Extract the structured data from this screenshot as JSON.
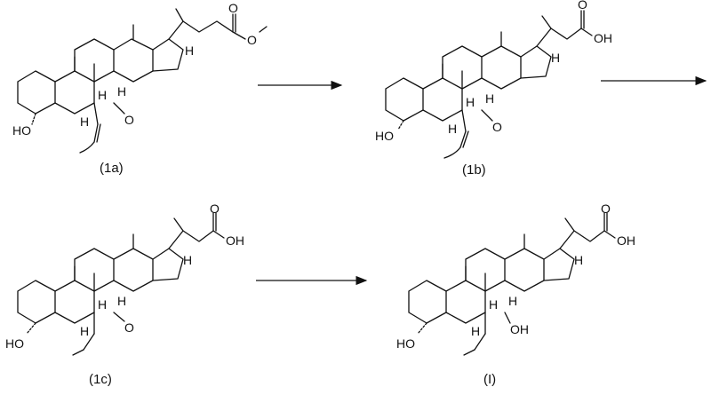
{
  "compounds": [
    {
      "id": "c1a",
      "label": "(1a)",
      "c7": "ketone",
      "c6": "ethylidene",
      "acid": "methyl-ester"
    },
    {
      "id": "c1b",
      "label": "(1b)",
      "c7": "ketone",
      "c6": "ethylidene",
      "acid": "acid"
    },
    {
      "id": "c1c",
      "label": "(1c)",
      "c7": "ketone",
      "c6": "ethyl",
      "acid": "acid"
    },
    {
      "id": "cI",
      "label": "(I)",
      "c7": "hydroxyl",
      "c6": "ethyl",
      "acid": "acid"
    }
  ],
  "atom_labels": {
    "OH": "OH",
    "HO": "HO",
    "O": "O",
    "H": "H"
  },
  "reaction_arrows": 3
}
